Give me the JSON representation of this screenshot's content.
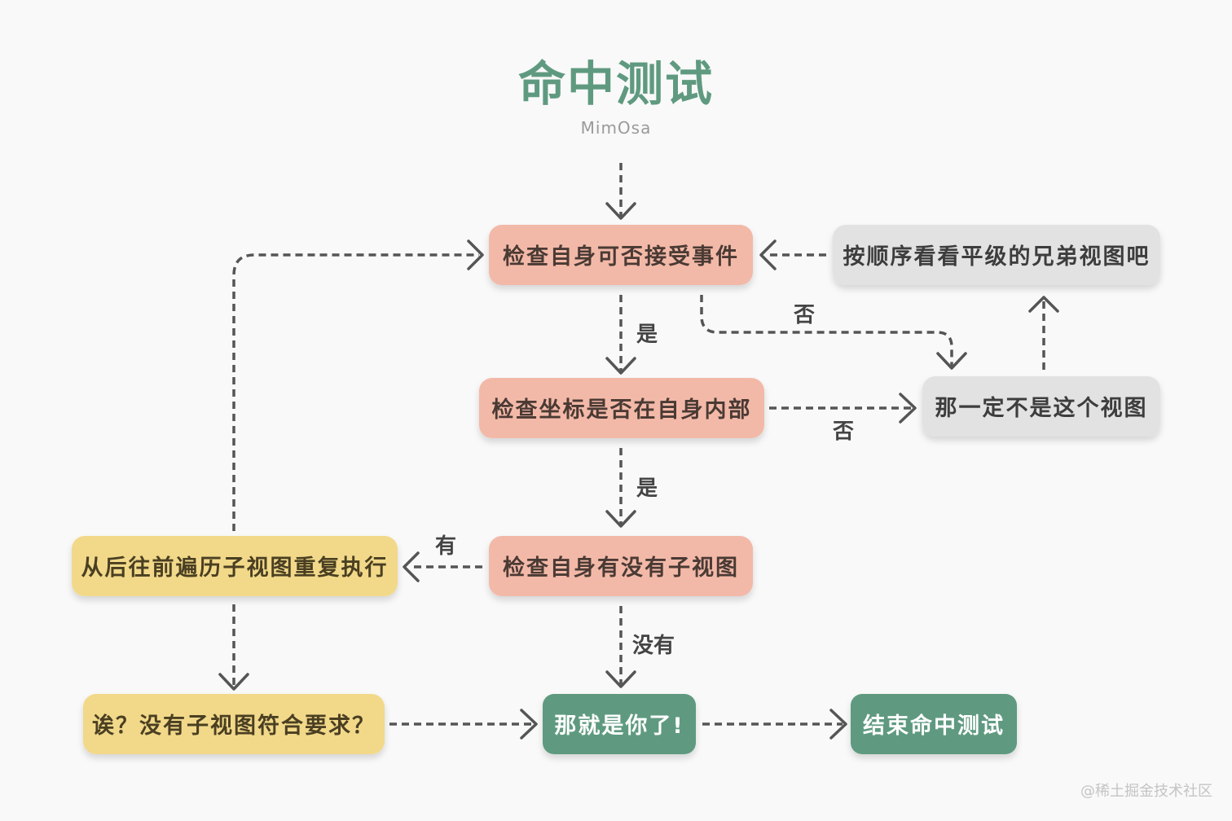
{
  "title": "命中测试",
  "subtitle": "MimOsa",
  "watermark": "@稀土掘金技术社区",
  "colors": {
    "background": "#f9f9f9",
    "salmon": "#f3b9a8",
    "gray": "#e2e2e2",
    "yellow": "#f2d98a",
    "green": "#5f9a80",
    "arrow": "#555555"
  },
  "nodes": {
    "check_accept": "检查自身可否接受事件",
    "check_coord": "检查坐标是否在自身内部",
    "check_subviews": "检查自身有没有子视图",
    "iterate_subviews": "从后往前遍历子视图重复执行",
    "no_match": "诶？没有子视图符合要求？",
    "found": "那就是你了!",
    "end": "结束命中测试",
    "not_this_view": "那一定不是这个视图",
    "check_siblings": "按顺序看看平级的兄弟视图吧"
  },
  "edge_labels": {
    "accept_yes": "是",
    "accept_no": "否",
    "coord_yes": "是",
    "coord_no": "否",
    "has_subviews": "有",
    "no_subviews": "没有"
  }
}
